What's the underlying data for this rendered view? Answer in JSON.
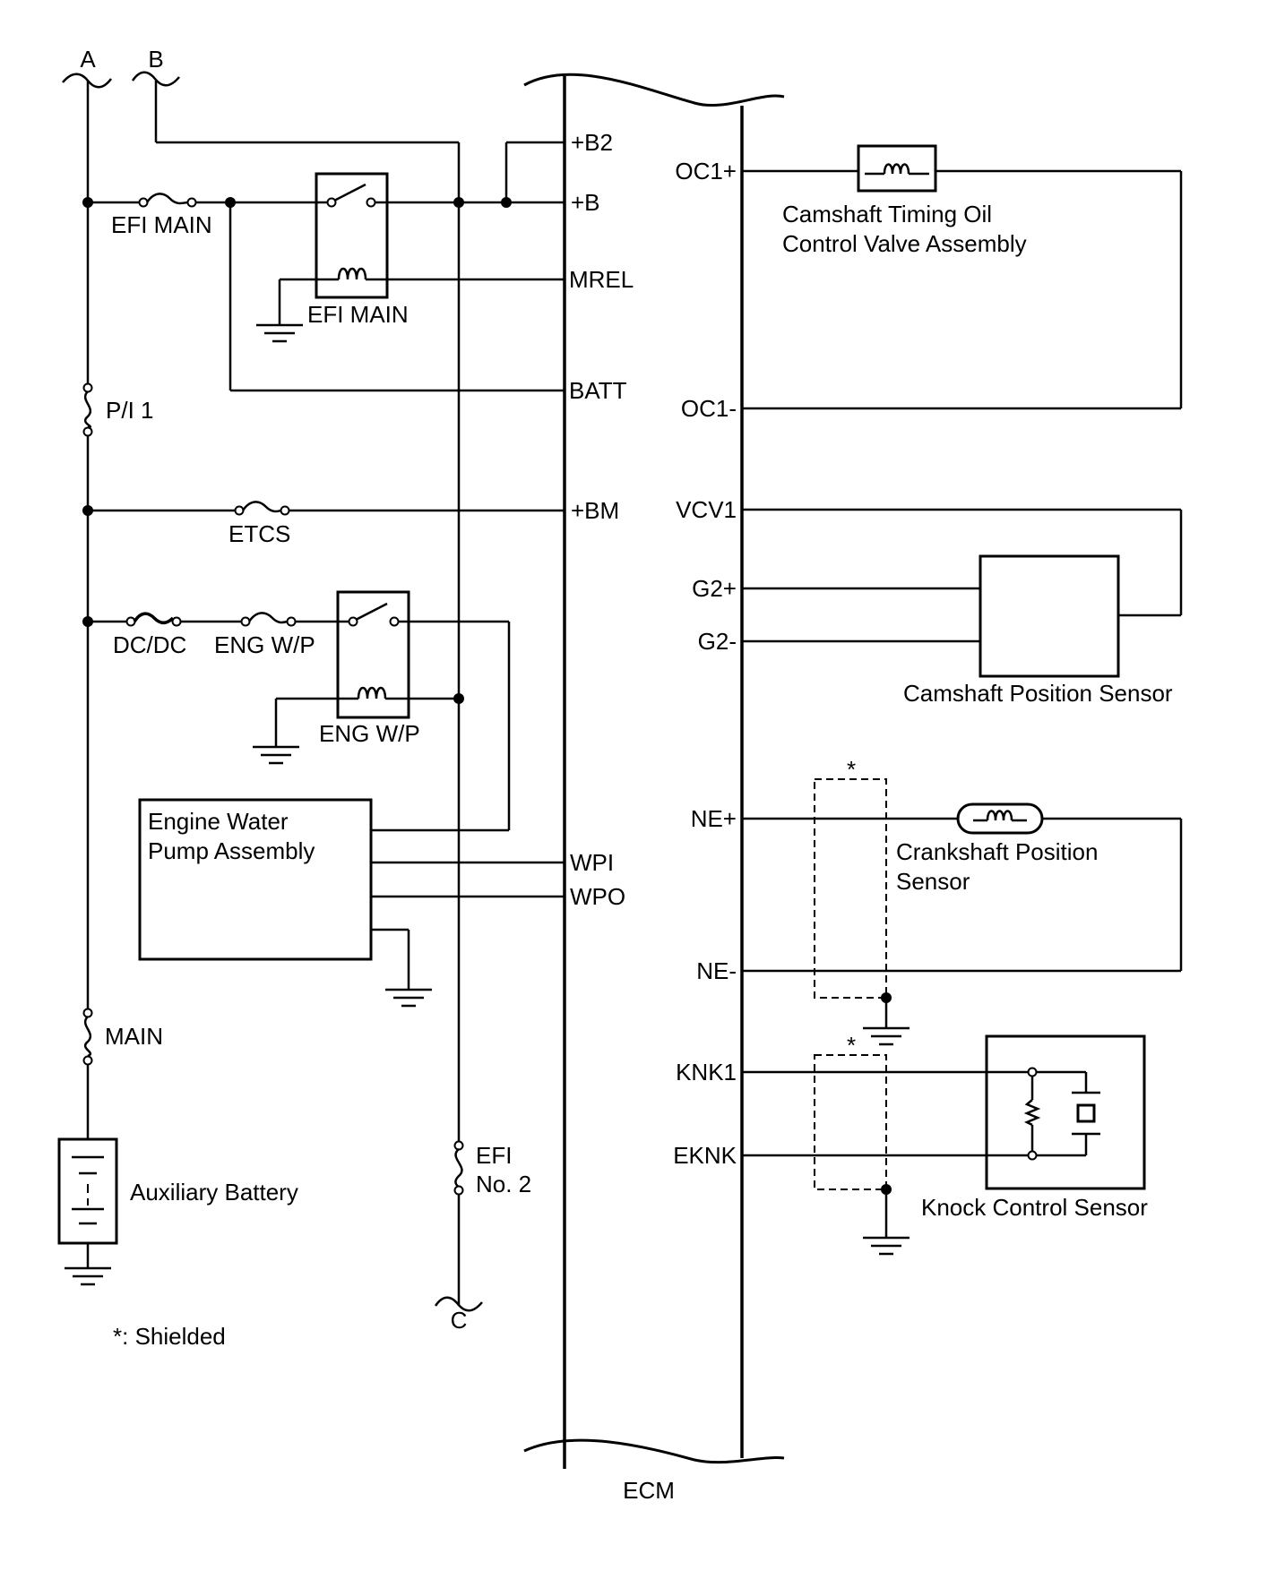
{
  "connectors": {
    "a": "A",
    "b": "B",
    "c": "C"
  },
  "fuses": {
    "efi_main": "EFI MAIN",
    "pi1": "P/I 1",
    "etcs": "ETCS",
    "dcdc": "DC/DC",
    "eng_wp": "ENG W/P",
    "main": "MAIN",
    "efi_no2_line1": "EFI",
    "efi_no2_line2": "No. 2"
  },
  "relays": {
    "efi_main": "EFI MAIN",
    "eng_wp": "ENG W/P"
  },
  "ecm": {
    "label": "ECM",
    "left_pins": [
      "+B2",
      "+B",
      "MREL",
      "BATT",
      "+BM",
      "WPI",
      "WPO"
    ],
    "right_pins": [
      "OC1+",
      "OC1-",
      "VCV1",
      "G2+",
      "G2-",
      "NE+",
      "NE-",
      "KNK1",
      "EKNK"
    ]
  },
  "components": {
    "ocv_line1": "Camshaft Timing Oil",
    "ocv_line2": "Control Valve Assembly",
    "cam_sensor": "Camshaft Position Sensor",
    "crank_line1": "Crankshaft Position",
    "crank_line2": "Sensor",
    "knock_sensor": "Knock Control Sensor",
    "pump_line1": "Engine Water",
    "pump_line2": "Pump Assembly",
    "battery": "Auxiliary Battery"
  },
  "shield_marker": "*",
  "shield_note": "*: Shielded"
}
